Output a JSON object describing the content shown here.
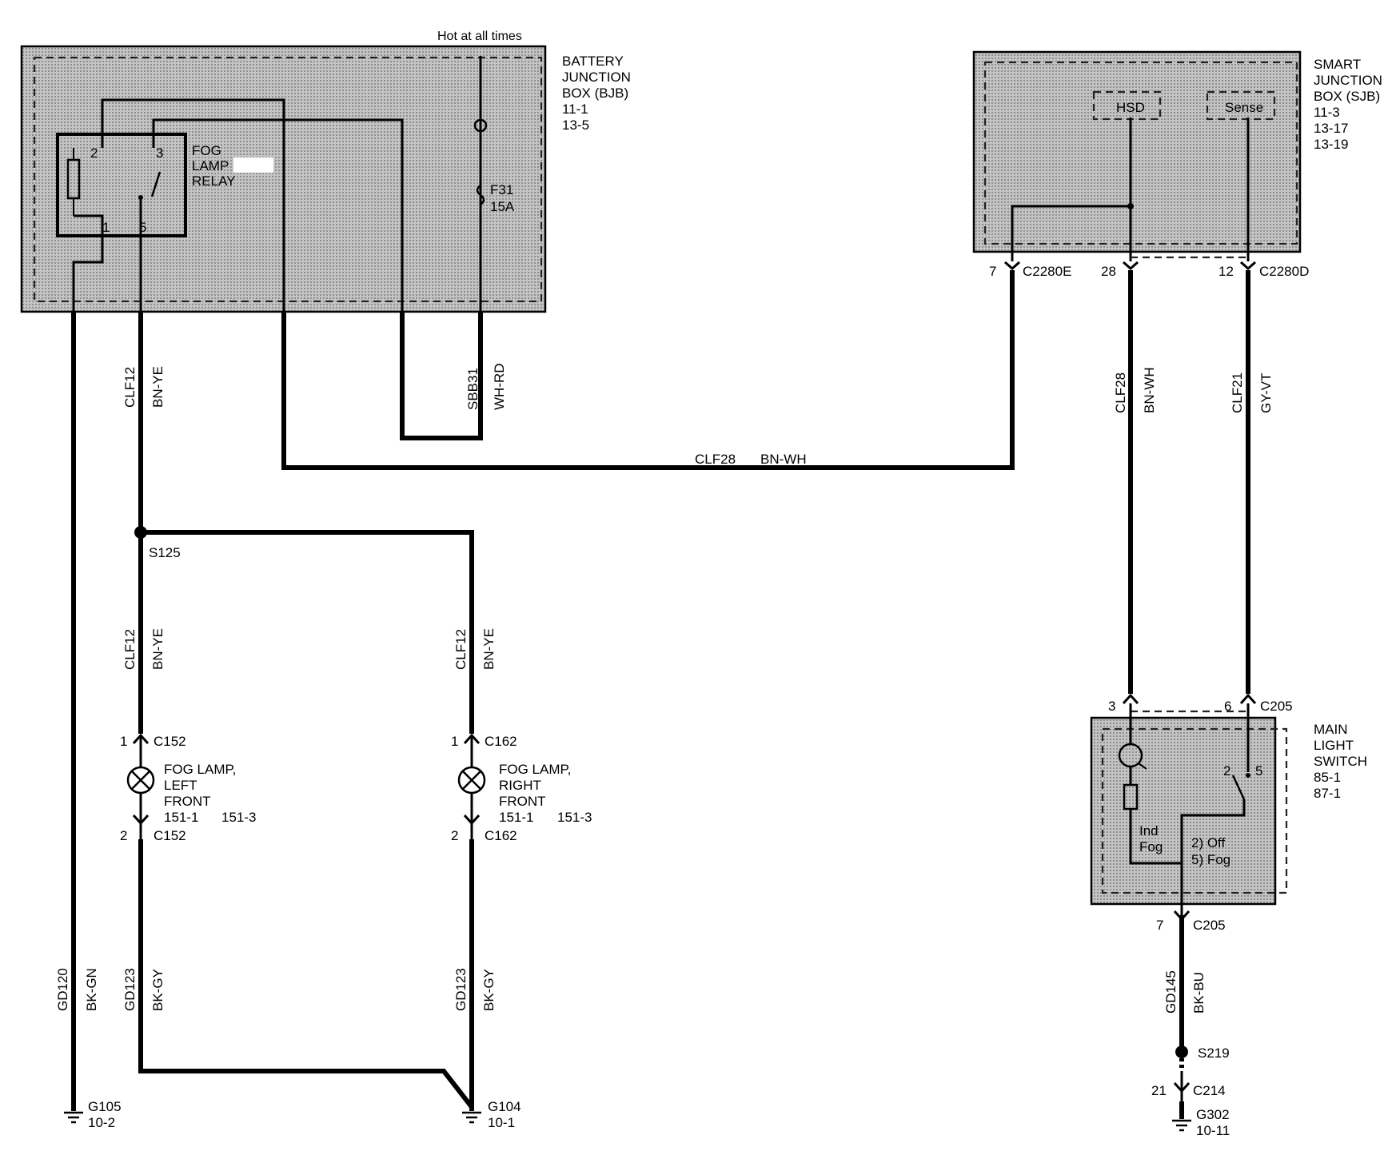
{
  "hot_at_all_times": "Hot at all times",
  "bjb": {
    "line1": "BATTERY",
    "line2": "JUNCTION",
    "line3": "BOX (BJB)",
    "ref1": "11-1",
    "ref2": "13-5"
  },
  "relay": {
    "line1": "FOG",
    "line2": "LAMP",
    "line3": "RELAY",
    "pin1": "1",
    "pin2": "2",
    "pin3": "3",
    "pin5": "5"
  },
  "fuse": {
    "name": "F31",
    "rating": "15A"
  },
  "sjb": {
    "line1": "SMART",
    "line2": "JUNCTION",
    "line3": "BOX (SJB)",
    "ref1": "11-3",
    "ref2": "13-17",
    "ref3": "13-19",
    "hsd": "HSD",
    "sense": "Sense"
  },
  "connectors": {
    "c2280e": "C2280E",
    "c2280e_pin": "7",
    "c2280d": "C2280D",
    "c2280d_pin_a": "28",
    "c2280d_pin_b": "12",
    "c152_top": "C152",
    "c152_top_pin": "1",
    "c152_bot": "C152",
    "c152_bot_pin": "2",
    "c162_top": "C162",
    "c162_top_pin": "1",
    "c162_bot": "C162",
    "c162_bot_pin": "2",
    "c205_top": "C205",
    "c205_pin_a": "3",
    "c205_pin_b": "6",
    "c205_bot": "C205",
    "c205_bot_pin": "7",
    "c214": "C214",
    "c214_pin": "21"
  },
  "wires": {
    "clf12": "CLF12",
    "bn_ye": "BN-YE",
    "sbb31": "SBB31",
    "wh_rd": "WH-RD",
    "clf28": "CLF28",
    "bn_wh": "BN-WH",
    "clf21": "CLF21",
    "gy_vt": "GY-VT",
    "gd120": "GD120",
    "bk_gn": "BK-GN",
    "gd123": "GD123",
    "bk_gy": "BK-GY",
    "gd145": "GD145",
    "bk_bu": "BK-BU"
  },
  "splices": {
    "s125": "S125",
    "s219": "S219"
  },
  "lamp_left": {
    "line1": "FOG LAMP,",
    "line2": "LEFT",
    "line3": "FRONT",
    "ref1": "151-1",
    "ref2": "151-3"
  },
  "lamp_right": {
    "line1": "FOG LAMP,",
    "line2": "RIGHT",
    "line3": "FRONT",
    "ref1": "151-1",
    "ref2": "151-3"
  },
  "mls": {
    "line1": "MAIN",
    "line2": "LIGHT",
    "line3": "SWITCH",
    "ref1": "85-1",
    "ref2": "87-1",
    "pin2": "2",
    "pin5": "5",
    "ind": "Ind",
    "fog": "Fog",
    "off": "2) Off",
    "fog_pos": "5) Fog"
  },
  "grounds": {
    "g105": "G105",
    "g105_ref": "10-2",
    "g104": "G104",
    "g104_ref": "10-1",
    "g302": "G302",
    "g302_ref": "10-11"
  }
}
